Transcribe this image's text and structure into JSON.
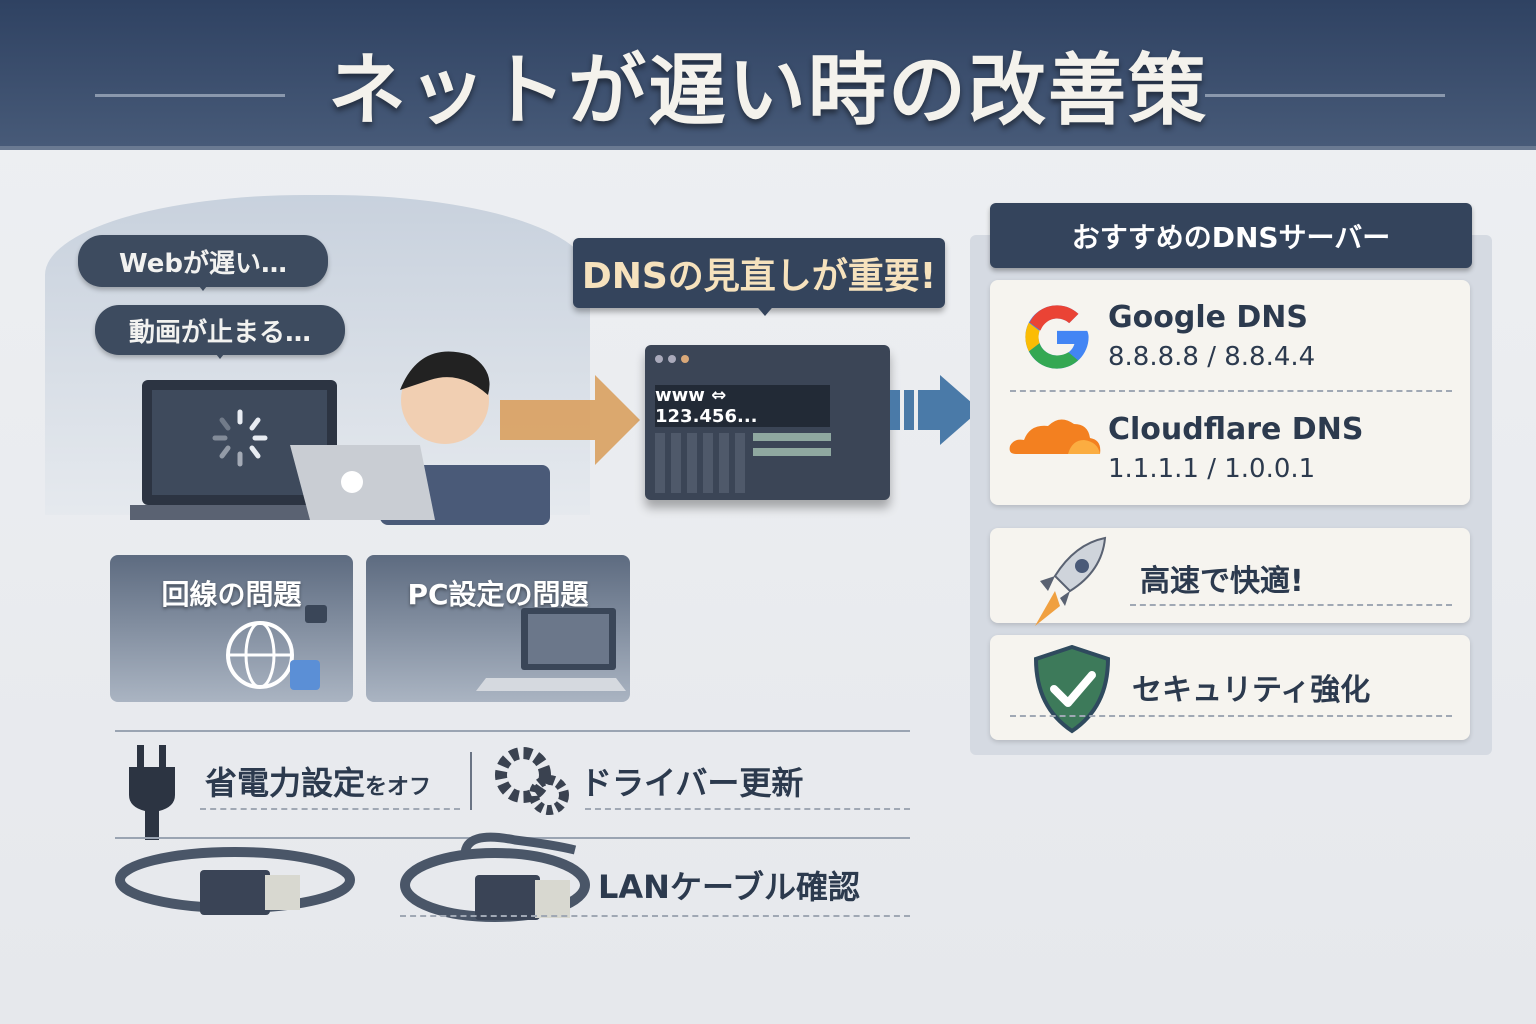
{
  "header": {
    "title": "ネットが遅い時の改善策"
  },
  "symptoms": {
    "bubble1": "Webが遅い…",
    "bubble2": "動画が止まる…"
  },
  "problems": [
    {
      "label": "回線の問題"
    },
    {
      "label": "PC設定の問題"
    }
  ],
  "dns": {
    "callout": "DNSの見直しが重要!",
    "server_screen": "www ⇔ 123.456..."
  },
  "recommend": {
    "title": "おすすめのDNSサーバー",
    "servers": [
      {
        "name": "Google DNS",
        "ips": "8.8.8.8 / 8.8.4.4"
      },
      {
        "name": "Cloudflare DNS",
        "ips": "1.1.1.1 / 1.0.0.1"
      }
    ],
    "benefits": [
      {
        "label": "高速で快適!"
      },
      {
        "label": "セキュリティ強化"
      }
    ]
  },
  "tips": [
    {
      "main": "省電力設定",
      "suffix": "をオフ"
    },
    {
      "main": "ドライバー更新"
    },
    {
      "main": "LANケーブル確認"
    }
  ],
  "colors": {
    "header": "#34445c",
    "accent_orange": "#d9a05f",
    "accent_blue": "#4a7aa8",
    "callout_text": "#f6e2bd"
  }
}
